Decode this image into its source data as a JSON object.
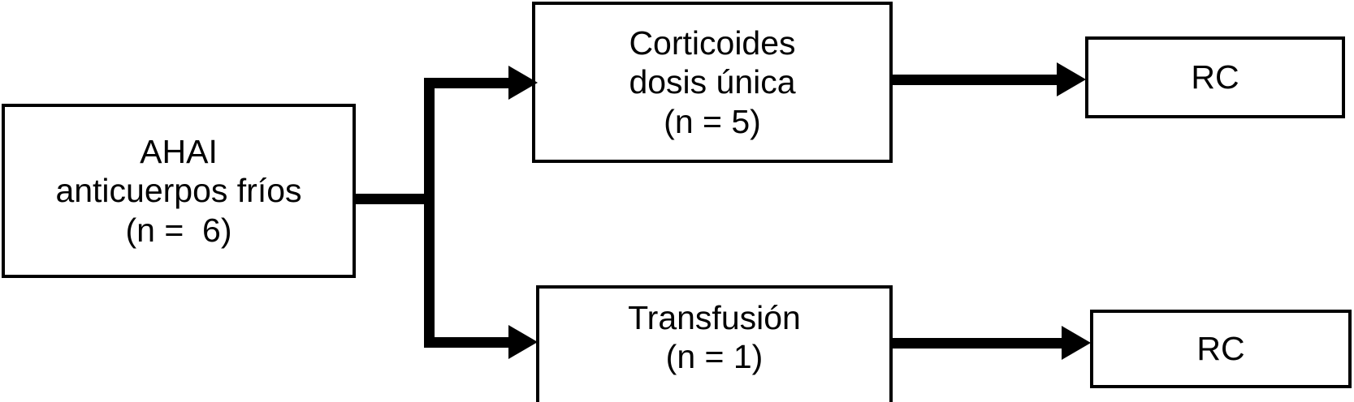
{
  "diagram": {
    "title": "AHAI anticuerpos frios treatment flow",
    "background_color": "#ffffff",
    "line_color": "#000000",
    "text_color": "#000000",
    "nodes": {
      "ahai": {
        "lines": [
          "AHAI",
          "anticuerpos fríos",
          "(n =  6)"
        ]
      },
      "corticoides": {
        "lines": [
          "Corticoides",
          "dosis única",
          "(n = 5)"
        ]
      },
      "transfusion": {
        "lines": [
          "Transfusión",
          "(n = 1)"
        ]
      },
      "rc_top": {
        "label": "RC"
      },
      "rc_bottom": {
        "label": "RC"
      }
    },
    "connectors": [
      {
        "name": "ahai-to-branch",
        "from": "ahai",
        "to": "branch-trunk",
        "arrow": false
      },
      {
        "name": "branch-to-corticoides",
        "from": "branch-trunk",
        "to": "corticoides",
        "arrow": true
      },
      {
        "name": "branch-to-transfusion",
        "from": "branch-trunk",
        "to": "transfusion",
        "arrow": true
      },
      {
        "name": "corticoides-to-rc",
        "from": "corticoides",
        "to": "rc_top",
        "arrow": true
      },
      {
        "name": "transfusion-to-rc",
        "from": "transfusion",
        "to": "rc_bottom",
        "arrow": true
      }
    ]
  }
}
